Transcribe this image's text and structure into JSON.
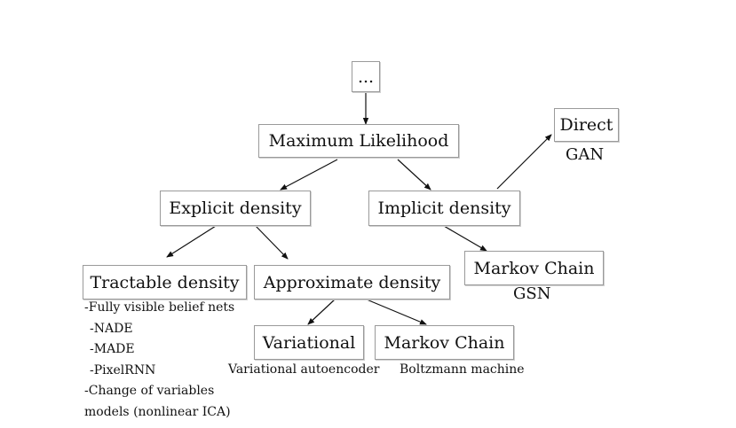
{
  "nodes": {
    "root": "...",
    "maximum_likelihood": "Maximum Likelihood",
    "explicit_density": "Explicit density",
    "implicit_density": "Implicit density",
    "direct": "Direct",
    "markov_chain_implicit": "Markov Chain",
    "tractable_density": "Tractable density",
    "approximate_density": "Approximate density",
    "variational": "Variational",
    "markov_chain_approx": "Markov Chain"
  },
  "captions": {
    "direct": "GAN",
    "markov_chain_implicit": "GSN",
    "variational": "Variational autoencoder",
    "markov_chain_approx": "Boltzmann machine"
  },
  "tractable_notes": [
    "-Fully visible belief nets",
    "-NADE",
    "-MADE",
    "-PixelRNN",
    "-Change of variables",
    "models (nonlinear ICA)"
  ]
}
